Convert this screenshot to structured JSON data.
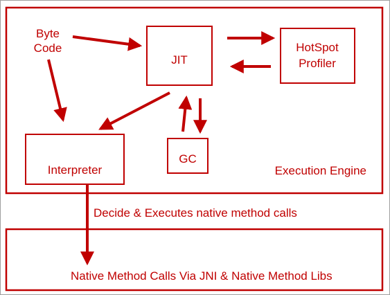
{
  "diagram": {
    "accent_color": "#c00000",
    "inputs": {
      "byte_code_line1": "Byte",
      "byte_code_line2": "Code"
    },
    "components": {
      "jit": "JIT",
      "hotspot_line1": "HotSpot",
      "hotspot_line2": "Profiler",
      "interpreter": "Interpreter",
      "gc": "GC"
    },
    "execution_engine_label": "Execution Engine",
    "connector_label": "Decide & Executes native method calls",
    "native_box_label": "Native Method Calls Via JNI & Native Method Libs"
  }
}
